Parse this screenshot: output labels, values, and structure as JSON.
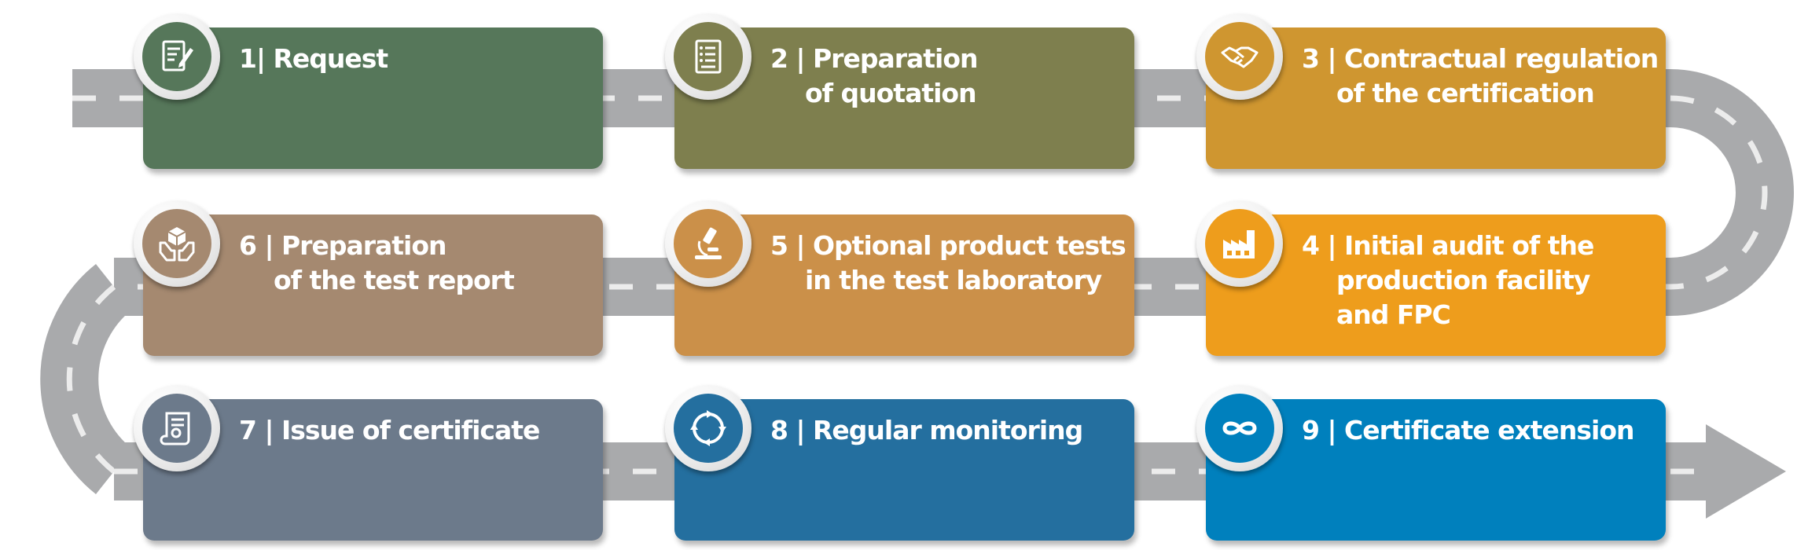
{
  "steps": [
    {
      "id": "step-1",
      "number": "1",
      "lines": [
        "Request"
      ],
      "color": "#56775a",
      "badge_color": "#56775a",
      "icon": "request-form-icon"
    },
    {
      "id": "step-2",
      "number": "2",
      "lines": [
        "Preparation",
        "of quotation"
      ],
      "color": "#7e7f4e",
      "badge_color": "#7e7f4e",
      "icon": "quotation-document-icon"
    },
    {
      "id": "step-3",
      "number": "3",
      "lines": [
        "Contractual regulation",
        "of the certification"
      ],
      "color": "#cf9630",
      "badge_color": "#cf9630",
      "icon": "handshake-icon"
    },
    {
      "id": "step-4",
      "number": "4",
      "lines": [
        "Initial audit of the",
        "production facility",
        "and FPC"
      ],
      "color": "#ee9d1c",
      "badge_color": "#ee9d1c",
      "icon": "factory-icon"
    },
    {
      "id": "step-5",
      "number": "5",
      "lines": [
        "Optional product tests",
        "in the test laboratory"
      ],
      "color": "#cb9049",
      "badge_color": "#cb9049",
      "icon": "microscope-icon"
    },
    {
      "id": "step-6",
      "number": "6",
      "lines": [
        "Preparation",
        "of the test report"
      ],
      "color": "#a58970",
      "badge_color": "#a58970",
      "icon": "hands-box-icon"
    },
    {
      "id": "step-7",
      "number": "7",
      "lines": [
        "Issue of certificate"
      ],
      "color": "#6c7a8b",
      "badge_color": "#6c7a8b",
      "icon": "certificate-scroll-icon"
    },
    {
      "id": "step-8",
      "number": "8",
      "lines": [
        "Regular monitoring"
      ],
      "color": "#246f9f",
      "badge_color": "#246f9f",
      "icon": "cycle-arrows-icon"
    },
    {
      "id": "step-9",
      "number": "9",
      "lines": [
        "Certificate extension"
      ],
      "color": "#0080bd",
      "badge_color": "#0080bd",
      "icon": "infinity-link-icon"
    }
  ],
  "road": {
    "color": "#a9aaac",
    "dash_color": "#ececec"
  }
}
